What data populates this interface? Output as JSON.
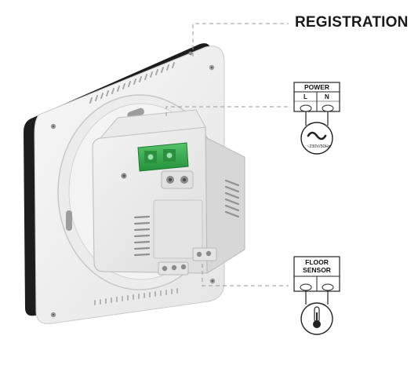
{
  "labels": {
    "registration": "REGISTRATION",
    "power": "POWER",
    "terminal_l": "L",
    "terminal_n": "N",
    "voltage": "~230V/50Hz",
    "floor_sensor_line1": "FLOOR",
    "floor_sensor_line2": "SENSOR"
  },
  "icons": {
    "ac_symbol": "ac-source-icon",
    "thermometer": "thermometer-icon"
  },
  "colors": {
    "device_body": "#f1f2f1",
    "connector_green": "#34a853",
    "leader_line": "#9a9a9a",
    "text": "#111111"
  }
}
